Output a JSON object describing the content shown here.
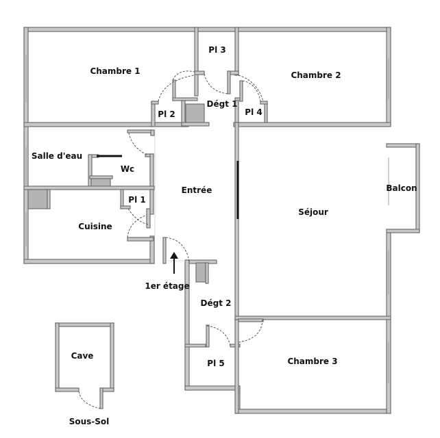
{
  "rooms": {
    "chambre1": "Chambre 1",
    "chambre2": "Chambre 2",
    "chambre3": "Chambre 3",
    "pl1": "Pl 1",
    "pl2": "Pl 2",
    "pl3": "Pl 3",
    "pl4": "Pl 4",
    "pl5": "Pl 5",
    "degt1": "Dégt 1",
    "degt2": "Dégt 2",
    "salle_eau": "Salle d'eau",
    "wc": "Wc",
    "entree": "Entrée",
    "cuisine": "Cuisine",
    "sejour": "Séjour",
    "balcon": "Balcon",
    "cave": "Cave"
  },
  "annotations": {
    "entrance": "1er étage",
    "basement": "Sous-Sol"
  },
  "colors": {
    "wall": "#c8c8c8",
    "wall_outline": "#6e6e6e",
    "duct": "#b4b4b4",
    "background": "#ffffff"
  }
}
